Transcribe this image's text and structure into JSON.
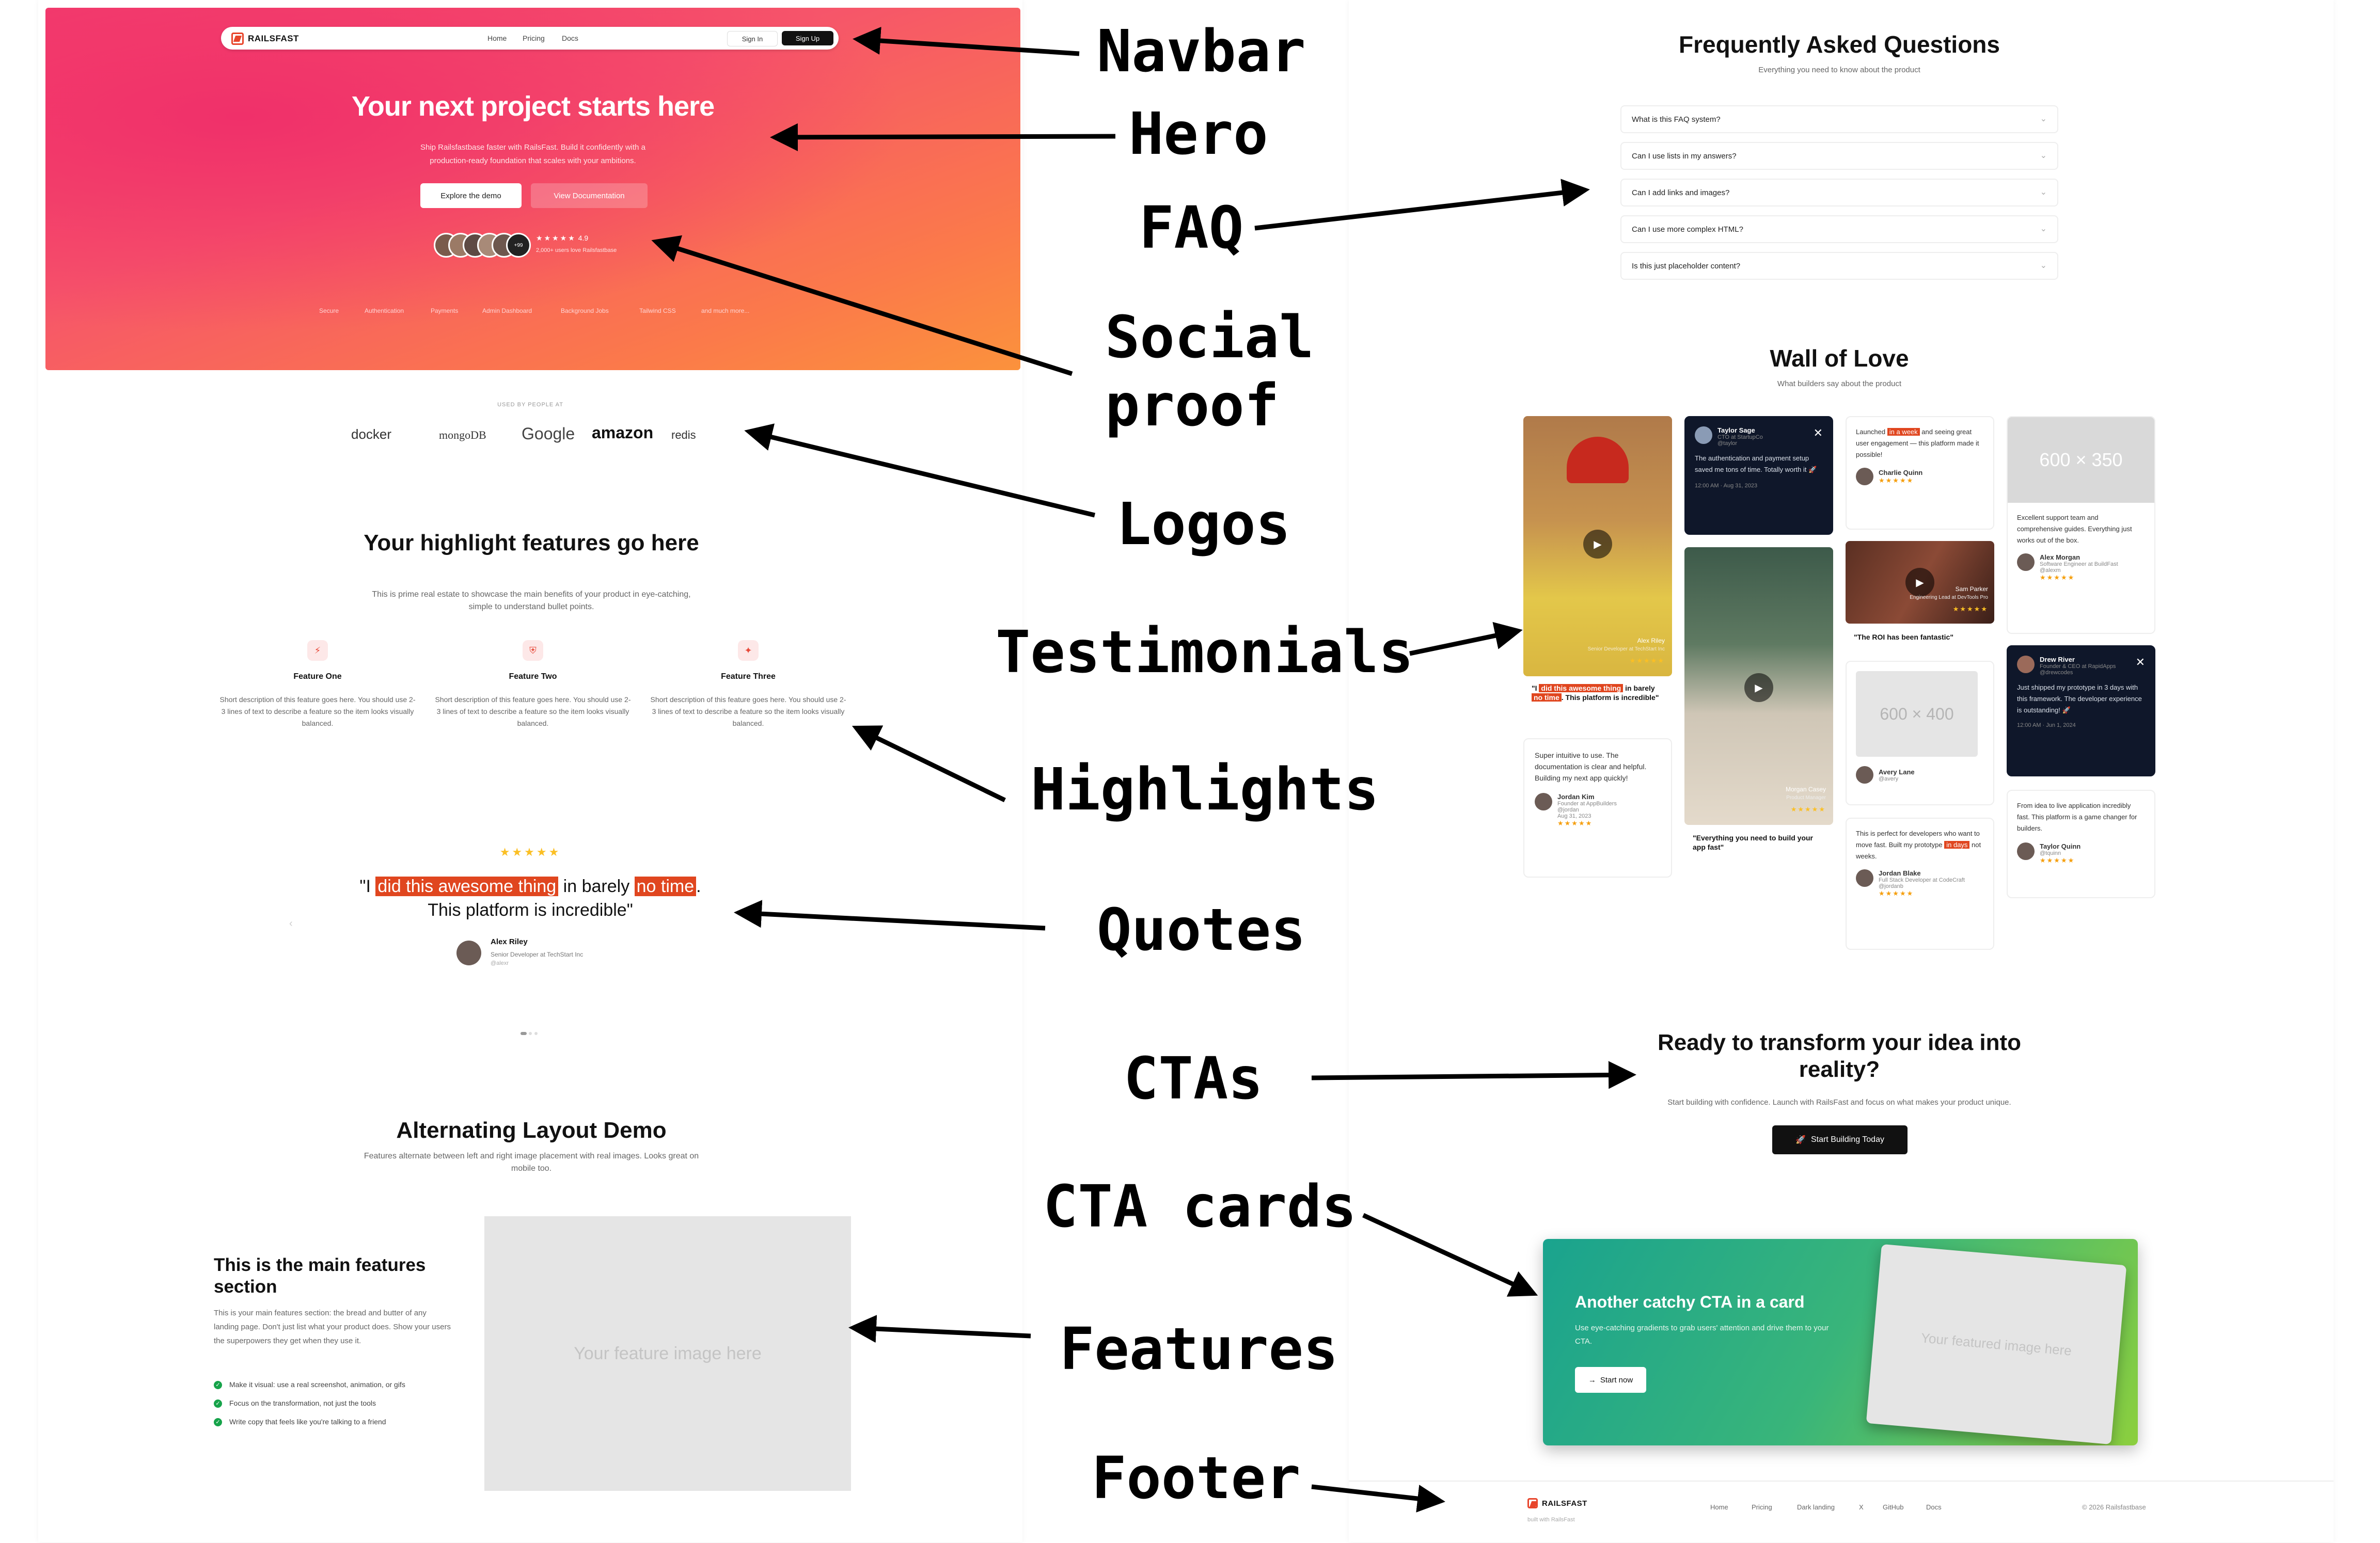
{
  "labels": {
    "navbar": "Navbar",
    "hero": "Hero",
    "faq": "FAQ",
    "social_proof_1": "Social",
    "social_proof_2": "proof",
    "logos": "Logos",
    "testimonials": "Testimonials",
    "highlights": "Highlights",
    "quotes": "Quotes",
    "ctas": "CTAs",
    "cta_cards": "CTA cards",
    "features": "Features",
    "footer": "Footer"
  },
  "navbar": {
    "brand": "RAILSFAST",
    "links": [
      "Home",
      "Pricing",
      "Docs"
    ],
    "sign_in": "Sign In",
    "sign_up": "Sign Up"
  },
  "hero": {
    "title": "Your next project starts here",
    "subtitle": "Ship Railsfastbase faster with RailsFast. Build it confidently with a production-ready foundation that scales with your ambitions.",
    "primary_button": "Explore the demo",
    "secondary_button": "View Documentation",
    "rating_stars": "★★★★★",
    "rating_value": "4.9",
    "rating_text": "2,000+ users love Railsfastbase",
    "avatar_more": "+99",
    "features": [
      "Secure",
      "Authentication",
      "Payments",
      "Admin Dashboard",
      "Background Jobs",
      "Tailwind CSS",
      "and much more..."
    ]
  },
  "logos": {
    "caption": "USED BY PEOPLE AT",
    "items": [
      "docker",
      "mongoDB",
      "Google",
      "amazon",
      "redis"
    ]
  },
  "highlights": {
    "title": "Your highlight features go here",
    "subtitle": "This is prime real estate to showcase the main benefits of your product in eye-catching, simple to understand bullet points.",
    "items": [
      {
        "name": "Feature One",
        "desc": "Short description of this feature goes here. You should use 2-3 lines of text to describe a feature so the item looks visually balanced.",
        "icon": "bolt-icon"
      },
      {
        "name": "Feature Two",
        "desc": "Short description of this feature goes here. You should use 2-3 lines of text to describe a feature so the item looks visually balanced.",
        "icon": "shield-icon"
      },
      {
        "name": "Feature Three",
        "desc": "Short description of this feature goes here. You should use 2-3 lines of text to describe a feature so the item looks visually balanced.",
        "icon": "sparkle-icon"
      }
    ]
  },
  "quote": {
    "stars": "★★★★★",
    "open": "\"I ",
    "hl1": "did this awesome thing",
    "mid": " in barely ",
    "hl2": "no time",
    "end": ".",
    "line2": "This platform is incredible\"",
    "author": "Alex Riley",
    "role": "Senior Developer at TechStart Inc",
    "handle": "@alexr"
  },
  "alternating": {
    "title": "Alternating Layout Demo",
    "subtitle": "Features alternate between left and right image placement with real images. Looks great on mobile too.",
    "feature_title": "This is the main features section",
    "feature_desc": "This is your main features section: the bread and butter of any landing page. Don't just list what your product does. Show your users the superpowers they get when they use it.",
    "bullets": [
      "Make it visual: use a real screenshot, animation, or gifs",
      "Focus on the transformation, not just the tools",
      "Write copy that feels like you're talking to a friend"
    ],
    "image_placeholder": "Your feature image here"
  },
  "faq": {
    "title": "Frequently Asked Questions",
    "subtitle": "Everything you need to know about the product",
    "items": [
      "What is this FAQ system?",
      "Can I use lists in my answers?",
      "Can I add links and images?",
      "Can I use more complex HTML?",
      "Is this just placeholder content?"
    ]
  },
  "wall": {
    "title": "Wall of Love",
    "subtitle": "What builders say about the product",
    "video1_name": "Alex Riley",
    "video1_role": "Senior Developer at TechStart Inc",
    "video1_q_open": "\"I ",
    "video1_q_hl1": "did this awesome thing",
    "video1_q_mid": " in barely ",
    "video1_q_hl2": "no time",
    "video1_q_end": ". This platform is incredible\"",
    "tw1_name": "Taylor Sage",
    "tw1_role": "CTO at StartupCo",
    "tw1_handle": "@taylor",
    "tw1_text": "The authentication and payment setup saved me tons of time. Totally worth it 🚀",
    "tw1_date": "12:00 AM · Aug 31, 2023",
    "c1_open": "Launched ",
    "c1_hl": "in a week",
    "c1_rest": " and seeing great user engagement — this platform made it possible!",
    "c1_name": "Charlie Quinn",
    "ph1": "600 × 350",
    "ph1_text": "Excellent support team and comprehensive guides. Everything just works out of the box.",
    "ph1_name": "Alex Morgan",
    "ph1_role": "Software Engineer at BuildFast",
    "ph1_handle": "@alexm",
    "v2_name": "Sam Parker",
    "v2_role": "Engineering Lead at DevTools Pro",
    "v2_quote": "\"The ROI has been fantastic\"",
    "v3_name": "Morgan Casey",
    "v3_role": "Product Manager",
    "v3_quote": "\"Everything you need to build your app fast\"",
    "c2_text": "Super intuitive to use. The documentation is clear and helpful. Building my next app quickly!",
    "c2_name": "Jordan Kim",
    "c2_role": "Founder at AppBuilders",
    "c2_handle": "@jordan",
    "c2_date": "Aug 31, 2023",
    "ph2": "600 × 400",
    "ph2_name": "Avery Lane",
    "ph2_handle": "@avery",
    "c3_open": "This is perfect for developers who want to move fast. Built my prototype ",
    "c3_hl": "in days",
    "c3_rest": " not weeks.",
    "c3_name": "Jordan Blake",
    "c3_role": "Full Stack Developer at CodeCraft",
    "c3_handle": "@jordanb",
    "tw2_name": "Drew River",
    "tw2_role": "Founder & CEO at RapidApps",
    "tw2_handle": "@drewcodes",
    "tw2_text": "Just shipped my prototype in 3 days with this framework. The developer experience is outstanding! 🚀",
    "tw2_date": "12:00 AM · Jun 1, 2024",
    "c4_text": "From idea to live application incredibly fast. This platform is a game changer for builders.",
    "c4_name": "Taylor Quinn",
    "c4_handle": "@tquinn",
    "stars": "★★★★★"
  },
  "cta": {
    "title": "Ready to transform your idea into reality?",
    "subtitle": "Start building with confidence. Launch with RailsFast and focus on what makes your product unique.",
    "button": "Start Building Today"
  },
  "cta_card": {
    "title": "Another catchy CTA in a card",
    "subtitle": "Use eye-catching gradients to grab users' attention and drive them to your CTA.",
    "button": "Start now",
    "image_placeholder": "Your featured image here"
  },
  "footer": {
    "brand": "RAILSFAST",
    "tagline": "built with RailsFast",
    "links": [
      "Home",
      "Pricing",
      "Dark landing",
      "X",
      "GitHub",
      "Docs"
    ],
    "copyright": "© 2026 Railsfastbase"
  },
  "colors": {
    "accent": "#e0461f",
    "hero_start": "#f43f6d",
    "hero_end": "#fb923c",
    "cta_card_start": "#1aa38e",
    "cta_card_end": "#8ccf3e"
  }
}
